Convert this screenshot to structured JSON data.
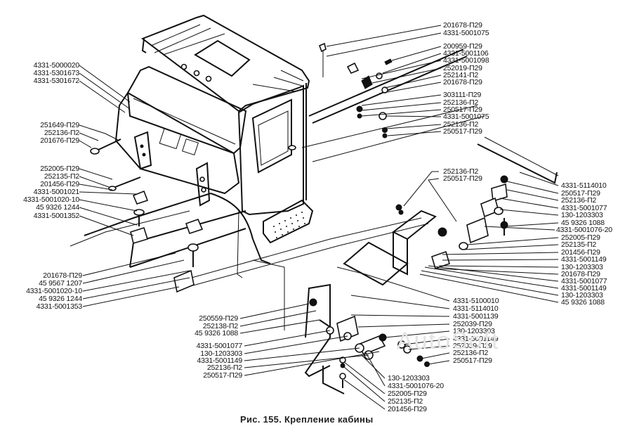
{
  "figure": {
    "caption": "Рис. 155. Крепление кабины",
    "watermark": "AutoSoft"
  },
  "labels": {
    "left_top": [
      "4331-5000020",
      "4331-5301673",
      "4331-5301672"
    ],
    "left_mid": [
      "251649-П29",
      "252136-П2",
      "201676-П29"
    ],
    "left_lower": [
      "252005-П29",
      "252135-П2",
      "201456-П29",
      "4331-5001021",
      "4331-5001020-10",
      "45 9326 1244",
      "4331-5001352"
    ],
    "left_bottom": [
      "201678-П29",
      "45 9567 1207",
      "4331-5001020-10",
      "45 9326 1244",
      "4331-5001353"
    ],
    "right_top_a": [
      "201678-П29",
      "4331-5001075"
    ],
    "right_top_b": [
      "200959-П29",
      "4331-5001106",
      "4331-5001098",
      "252019-П29",
      "252141-П2",
      "201678-П29"
    ],
    "right_top_c": [
      "303111-П29",
      "252136-П2",
      "250517-П29",
      "4331-5001075",
      "252136-П2",
      "250517-П29"
    ],
    "right_mid_small": [
      "252136-П2",
      "250517-П29"
    ],
    "right_column": [
      "4331-5114010",
      "250517-П29",
      "252136-П2",
      "4331-5001077",
      "130-1203303",
      "45 9326 1088",
      "4331-5001076-20",
      "252005-П29",
      "252135-П2",
      "201456-П29",
      "4331-5001149",
      "130-1203303",
      "201678-П29",
      "4331-5001077",
      "4331-5001149",
      "130-1203303",
      "45 9326 1088"
    ],
    "center_right": [
      "4331-5100010",
      "4331-5114010",
      "4331-5001139",
      "252039-П29",
      "130-1203303",
      "4331-5001149",
      "252039-П29",
      "252136-П2",
      "250517-П29"
    ],
    "center_left_a": [
      "250559-П29",
      "252138-П2",
      "45 9326 1088"
    ],
    "center_left_b": [
      "4331-5001077",
      "130-1203303",
      "4331-5001149",
      "252136-П2",
      "250517-П29"
    ],
    "bottom_center": [
      "130-1203303",
      "4331-5001076-20",
      "252005-П29",
      "252135-П2",
      "201456-П29"
    ]
  }
}
